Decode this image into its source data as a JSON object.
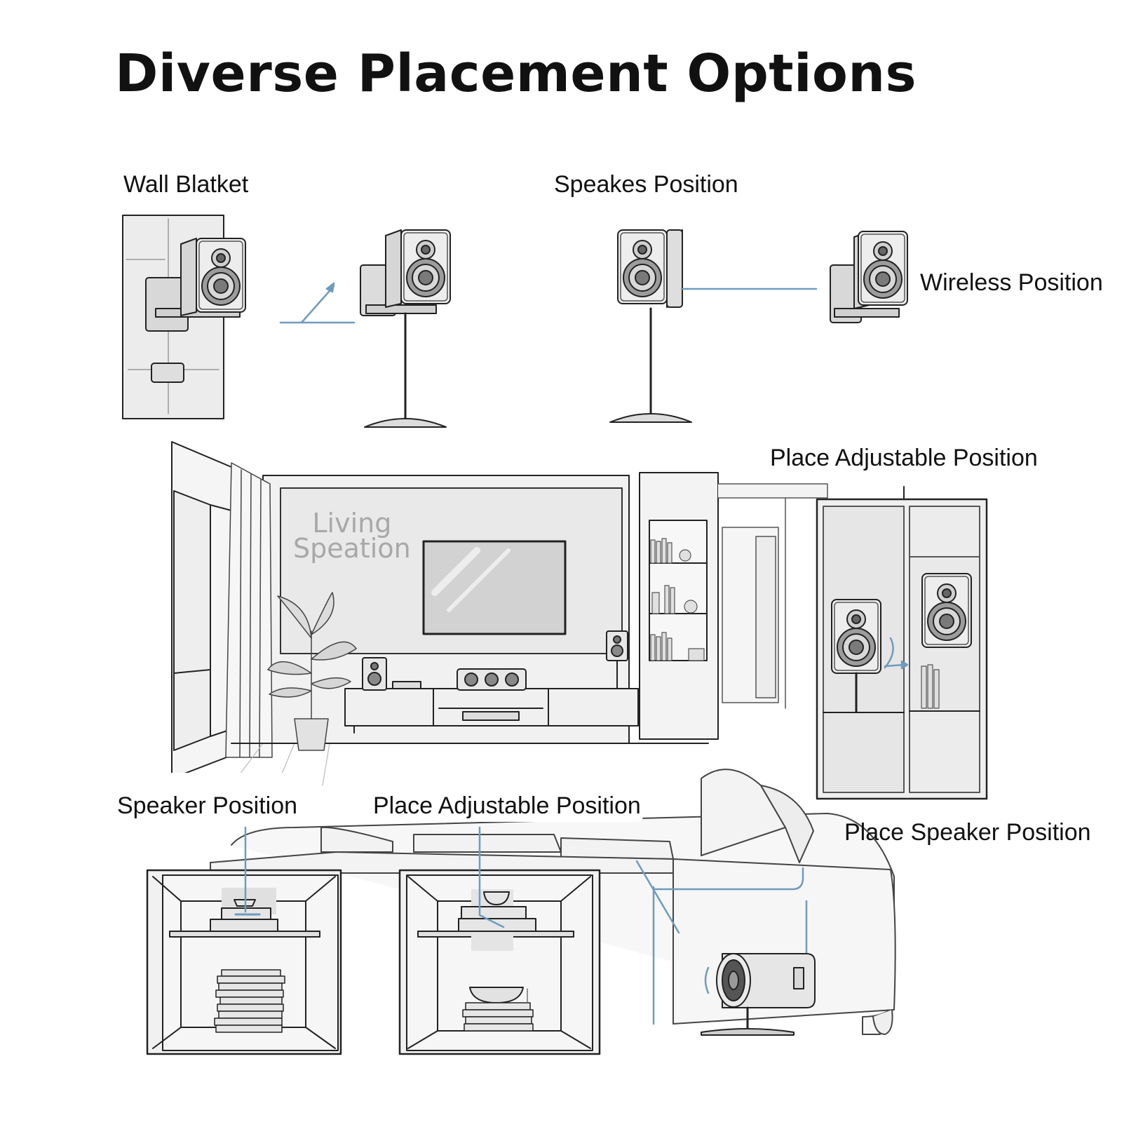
{
  "title": "Diverse Placement Options",
  "labels": {
    "wall_bracket": "Wall Blatket",
    "speakes_position": "Speakes Position",
    "wireless_position": "Wireless Position",
    "place_adjustable_top": "Place Adjustable Position",
    "speaker_position": "Speaker Position",
    "place_adjustable_bottom": "Place Adjustable Position",
    "place_speaker_position": "Place Speaker Position"
  },
  "room_watermark": {
    "line1": "Living",
    "line2": "Speation"
  },
  "colors": {
    "ink": "#222222",
    "fill": "#e6e6e6",
    "accent": "#6f9bbd",
    "watermark": "#a8a8a8"
  }
}
